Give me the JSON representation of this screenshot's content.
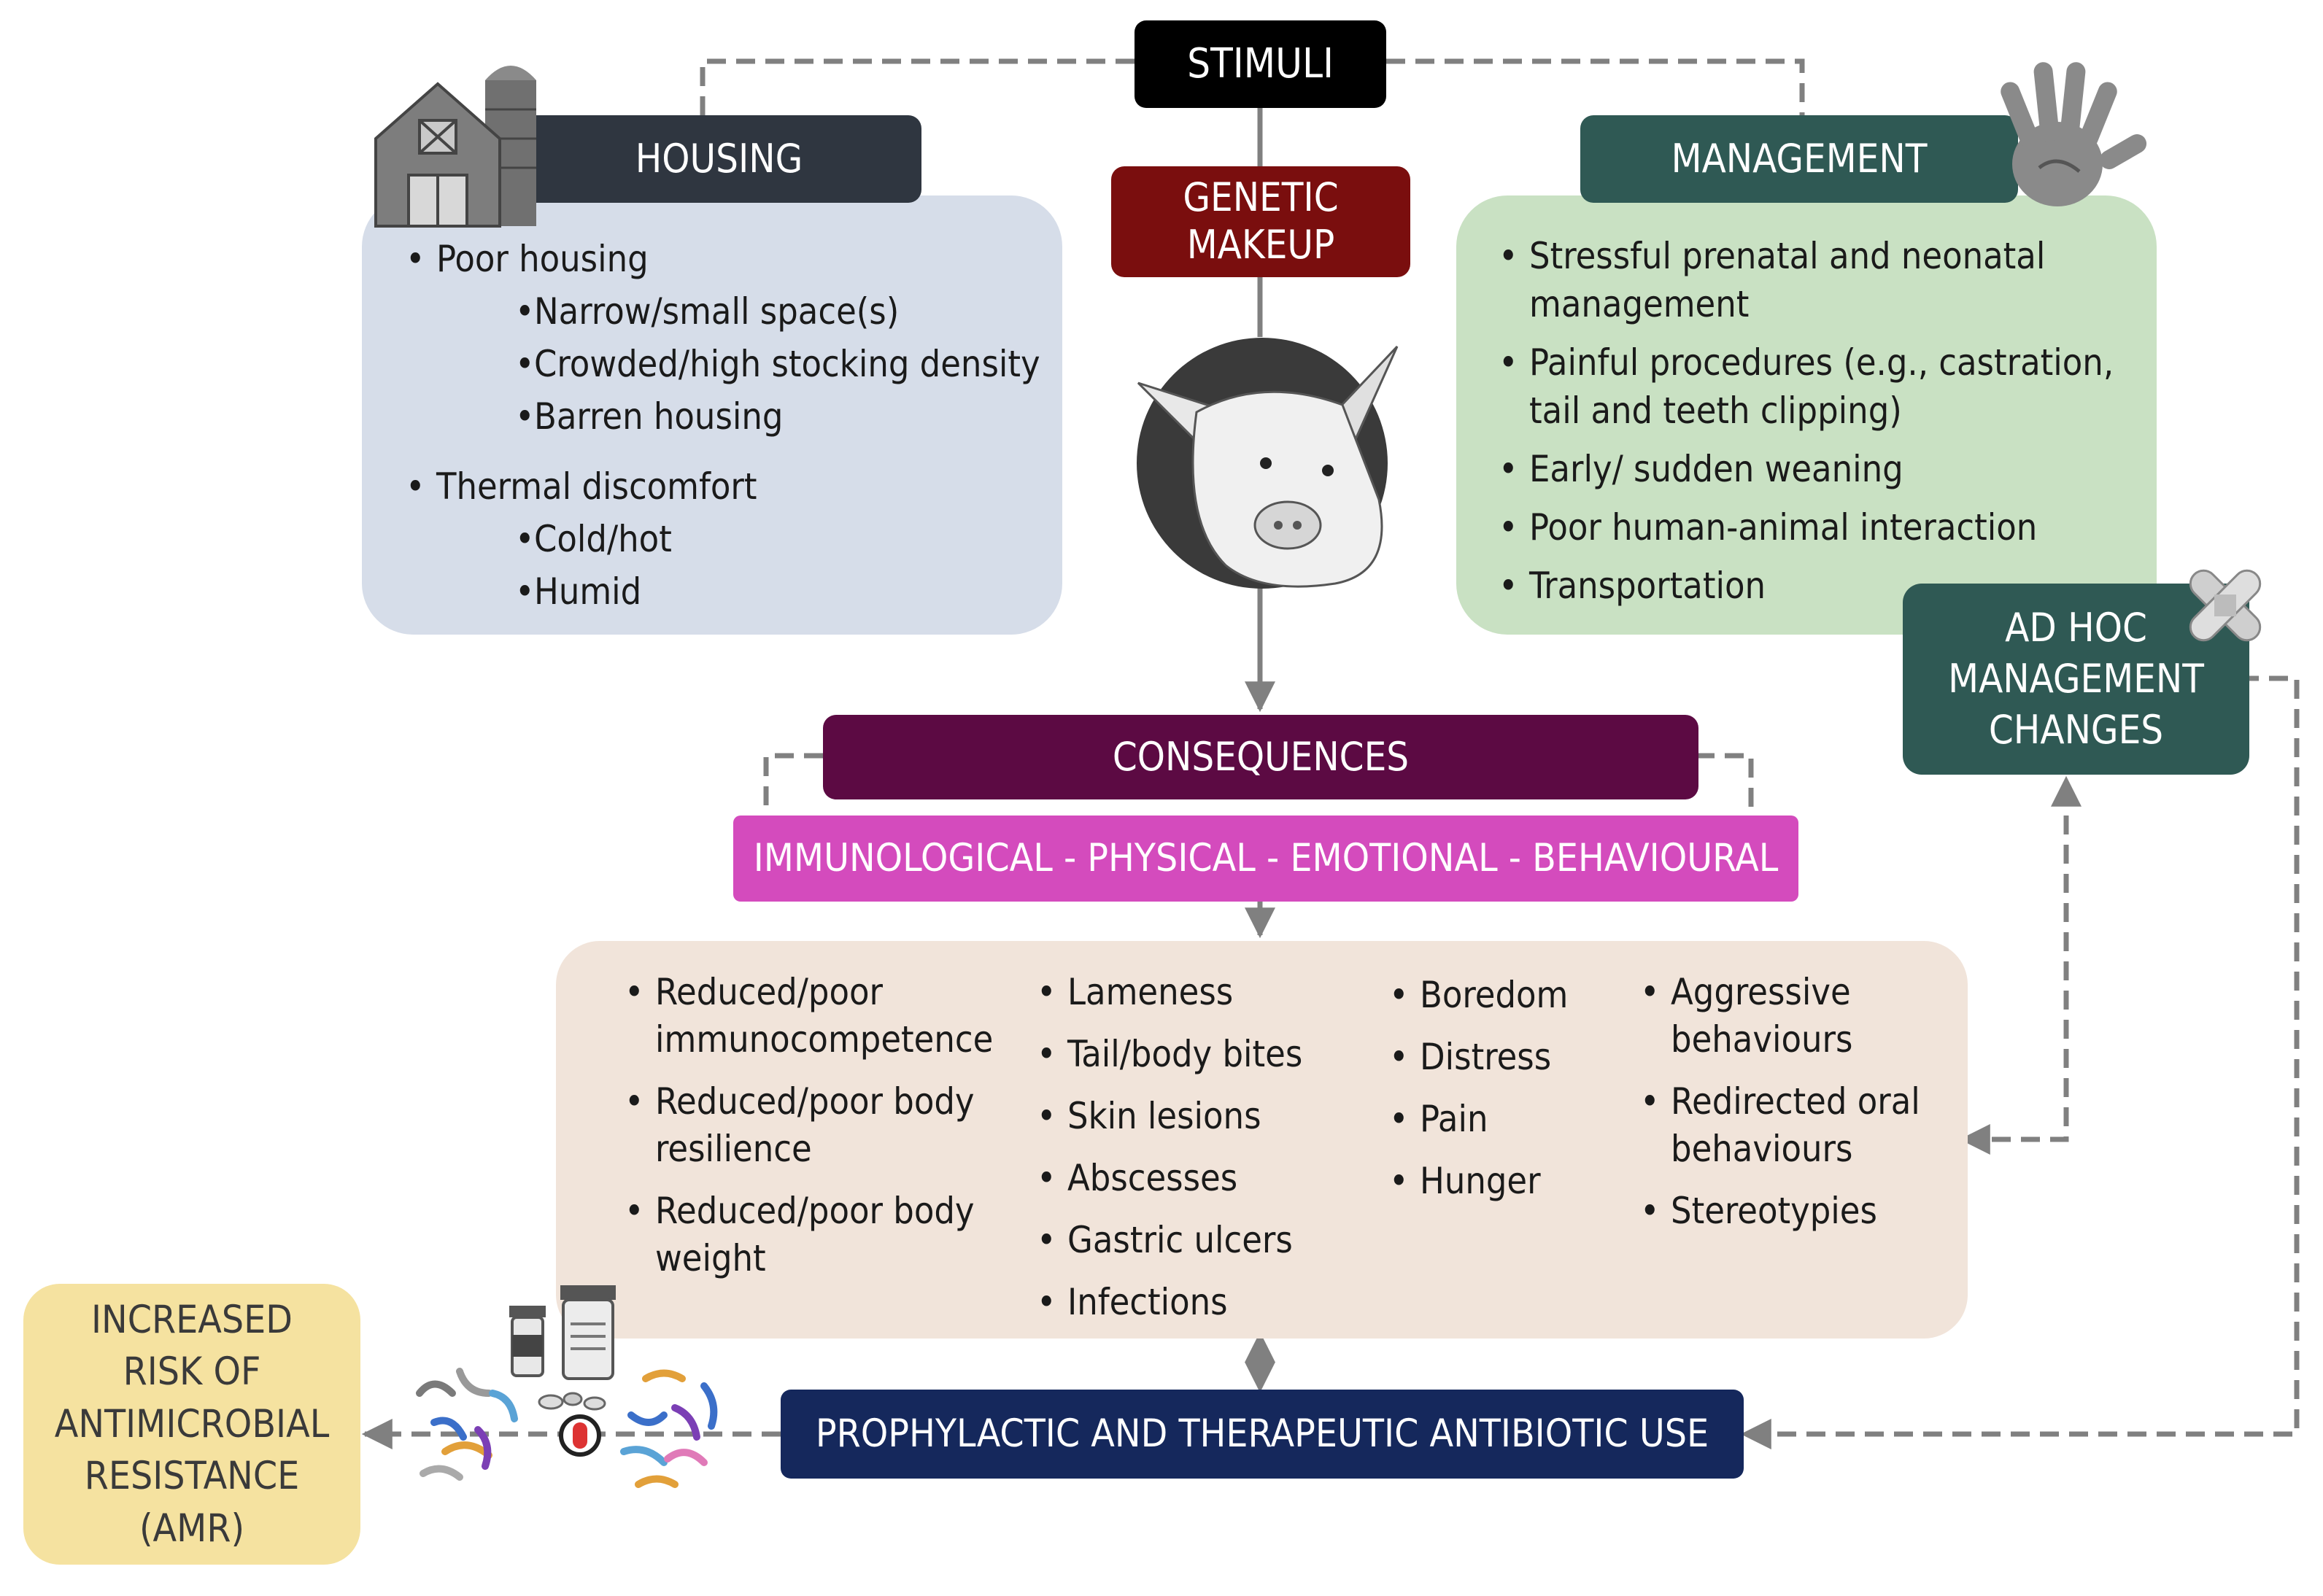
{
  "stimuli": {
    "label": "STIMULI",
    "color": "#000000"
  },
  "housing": {
    "title": "HOUSING",
    "items": [
      {
        "text": "Poor housing",
        "sub": [
          "Narrow/small space(s)",
          "Crowded/high stocking density",
          "Barren housing"
        ]
      },
      {
        "text": "Thermal discomfort",
        "sub": [
          "Cold/hot",
          "Humid"
        ]
      }
    ]
  },
  "genetic": {
    "line1": "GENETIC",
    "line2": "MAKEUP",
    "color": "#7a0e0e"
  },
  "management": {
    "title": "MANAGEMENT",
    "items": [
      "Stressful prenatal and neonatal management",
      "Painful procedures (e.g., castration, tail and teeth clipping)",
      "Early/ sudden weaning",
      "Poor human-animal interaction",
      "Transportation"
    ]
  },
  "adhoc": {
    "line1": "AD HOC",
    "line2": "MANAGEMENT",
    "line3": "CHANGES"
  },
  "consequences": {
    "title": "CONSEQUENCES",
    "types": "IMMUNOLOGICAL - PHYSICAL - EMOTIONAL - BEHAVIOURAL",
    "col1": [
      "Reduced/poor immunocompetence",
      "Reduced/poor body resilience",
      "Reduced/poor body weight"
    ],
    "col2": [
      "Lameness",
      "Tail/body bites",
      "Skin lesions",
      "Abscesses",
      "Gastric ulcers",
      "Infections"
    ],
    "col3": [
      "Boredom",
      "Distress",
      "Pain",
      "Hunger"
    ],
    "col4": [
      "Aggressive behaviours",
      "Redirected oral behaviours",
      "Stereotypies"
    ]
  },
  "antibiotic": {
    "label": "PROPHYLACTIC AND THERAPEUTIC ANTIBIOTIC USE"
  },
  "amr": {
    "line1": "INCREASED",
    "line2": "RISK OF",
    "line3": "ANTIMICROBIAL",
    "line4": "RESISTANCE",
    "line5": "(AMR)"
  },
  "colors": {
    "housing_header": "#2f3640",
    "housing_panel": "#d6dde9",
    "management_header": "#2f5954",
    "management_panel": "#c9e1c3",
    "consequences_header": "#5c0a43",
    "types_bar": "#d44bbd",
    "consequences_panel": "#f1e4da",
    "antibiotic_bar": "#15285c",
    "amr_box": "#f5e2a0",
    "connector": "#808080"
  },
  "icons": [
    "barn-icon",
    "pig-head-icon",
    "handprint-icon",
    "bandage-icon",
    "medicine-bottles-icon",
    "bacteria-icon",
    "pill-icon"
  ]
}
